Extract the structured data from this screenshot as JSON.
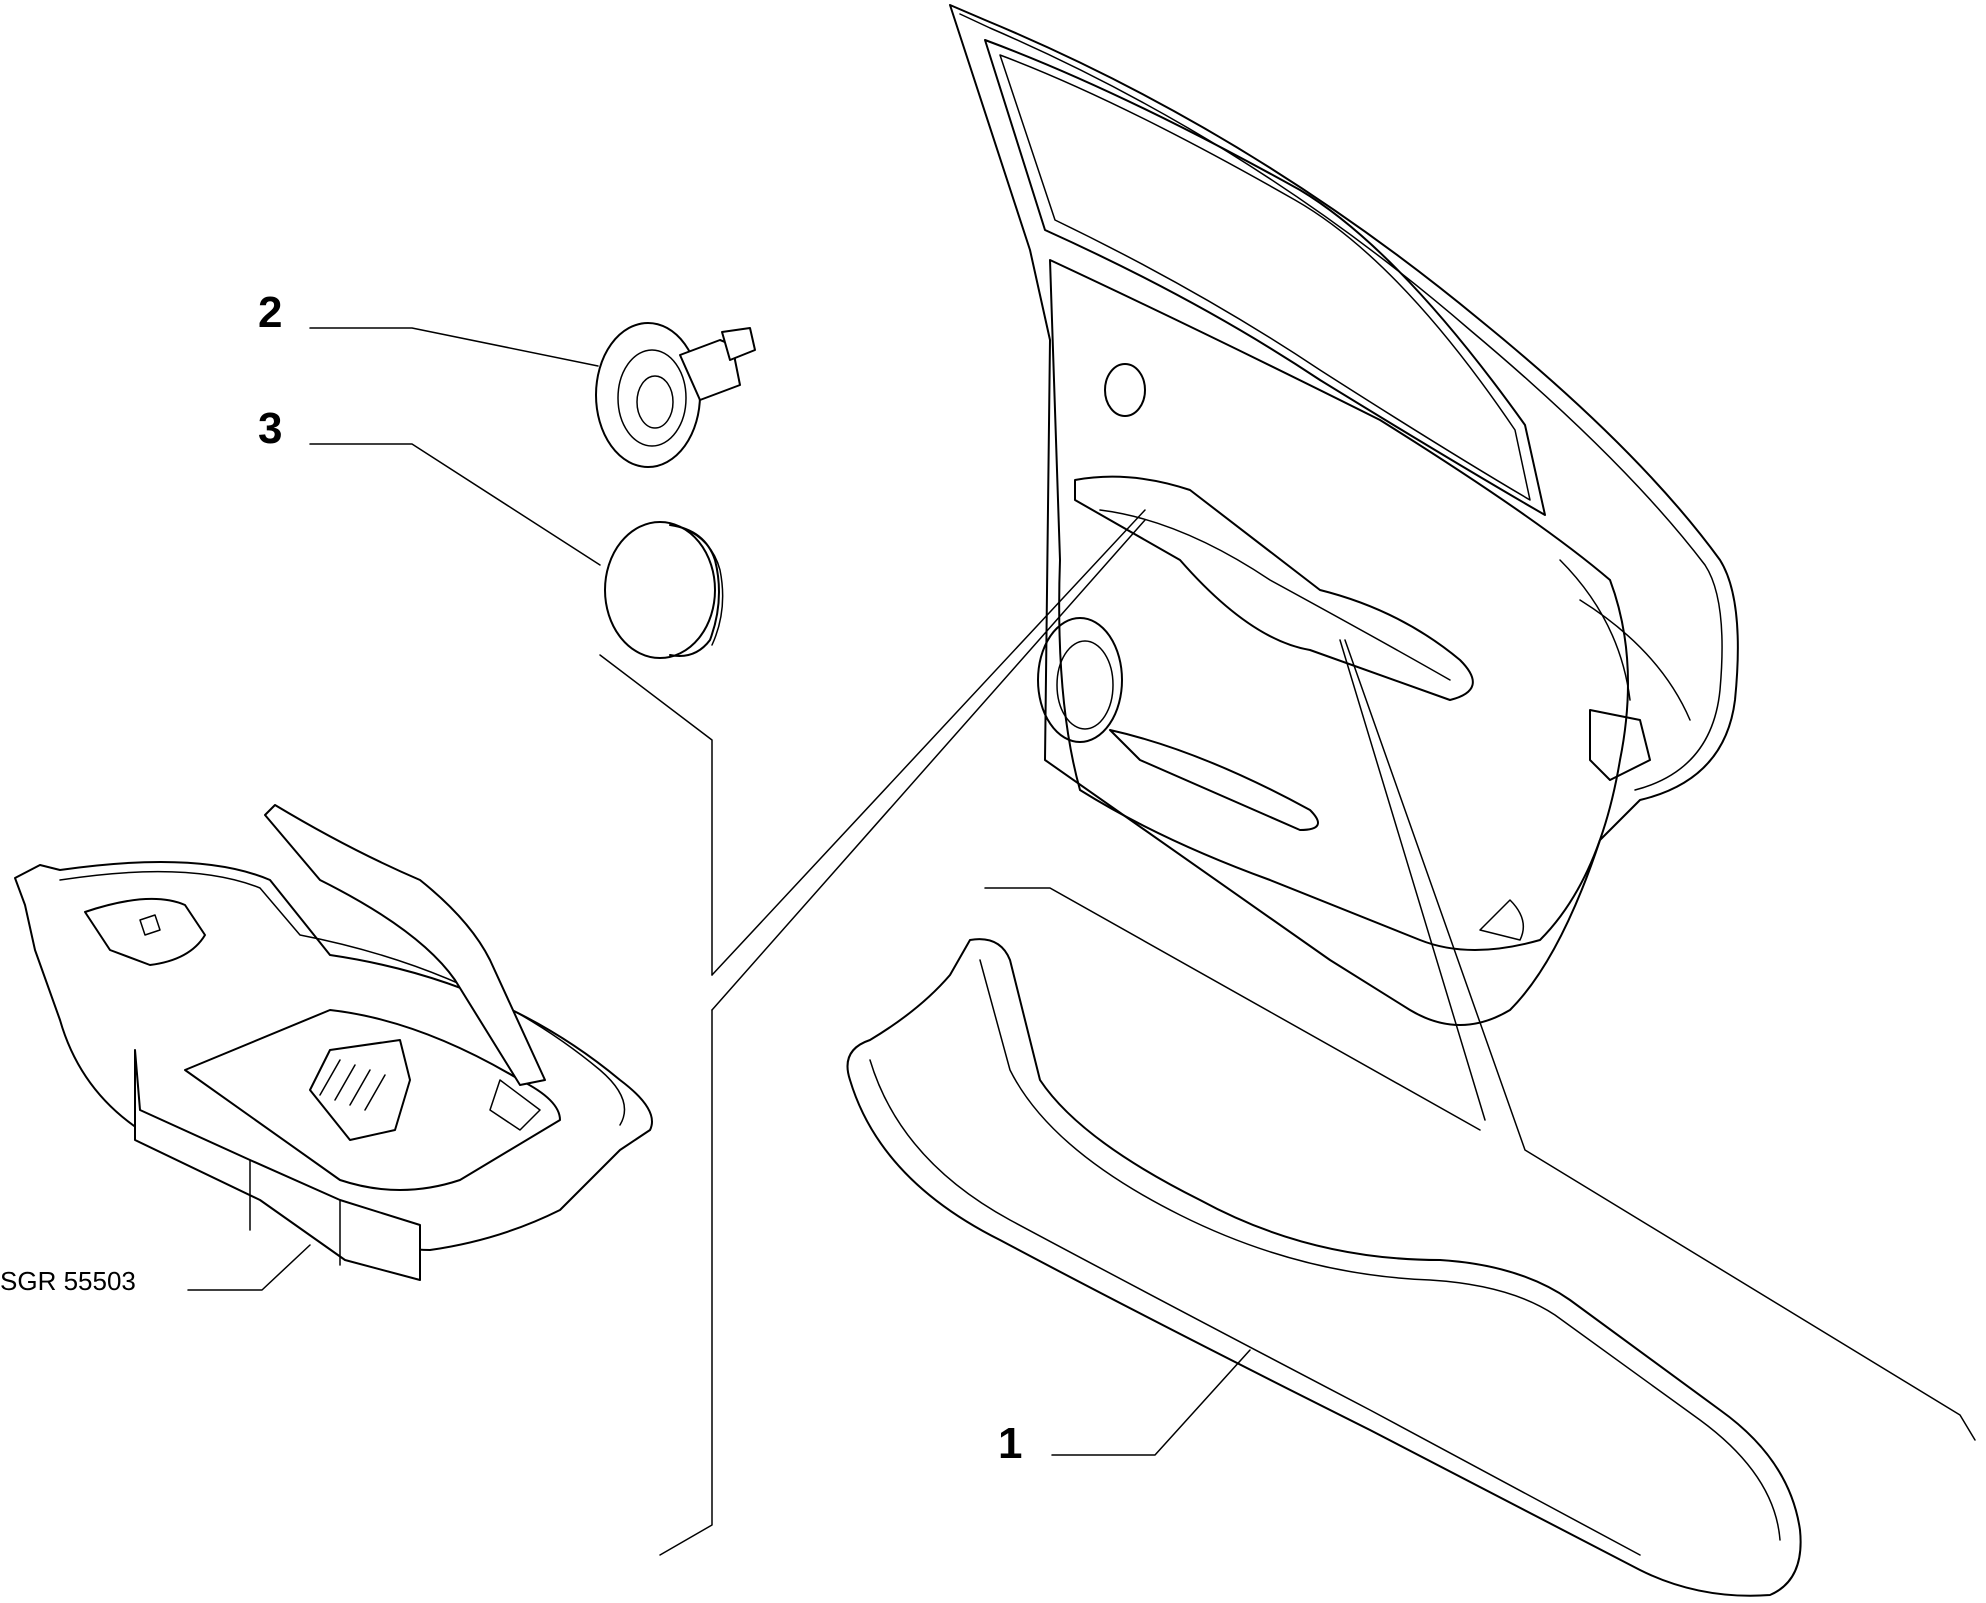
{
  "callouts": [
    {
      "id": "1",
      "label": "1"
    },
    {
      "id": "2",
      "label": "2"
    },
    {
      "id": "3",
      "label": "3"
    }
  ],
  "reference_code": "SGR 55503"
}
